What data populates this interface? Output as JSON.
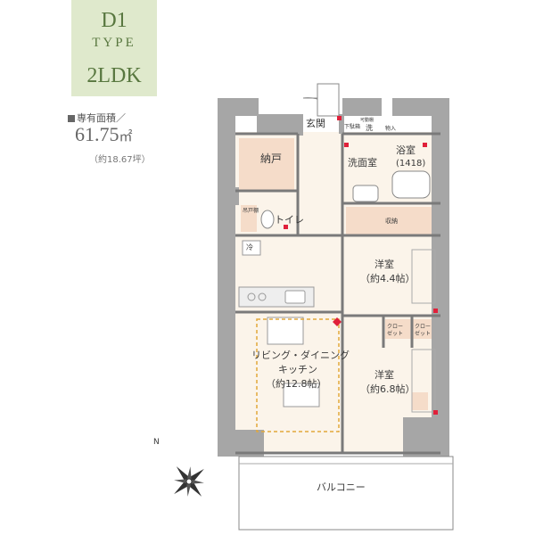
{
  "type_box": {
    "code": "D1",
    "type_word": "TYPE",
    "layout": "2LDK"
  },
  "area": {
    "label": "専有面積／",
    "value": "61.75",
    "unit": "㎡",
    "tsubo": "（約18.67坪）"
  },
  "rooms": {
    "genkan": "玄関",
    "nando": "納戸",
    "toilet": "トイレ",
    "senmenshitsu": "洗面室",
    "yokushitsu": "浴室",
    "bath_size": "(1418)",
    "shuno": "収納",
    "rei": "冷",
    "hallway_storage": "吊戸棚",
    "shoe_box": "下駄箱",
    "washer": "洗",
    "washer_pan": "可動棚",
    "linen": "物入",
    "yoshitsu1_name": "洋室",
    "yoshitsu1_size": "（約4.4帖）",
    "yoshitsu2_name": "洋室",
    "yoshitsu2_size": "（約6.8帖）",
    "closet1": "クロー",
    "closet1b": "ゼット",
    "closet2": "クロー",
    "closet2b": "ゼット",
    "ldk_line1": "リビング・ダイニング",
    "ldk_line2": "キッチン",
    "ldk_line3": "（約12.8帖）",
    "balcony": "バルコニー"
  },
  "compass": {
    "north": "N"
  },
  "colors": {
    "type_bg": "#dfe9cc",
    "type_text": "#58773f",
    "wall": "#a6a6a6",
    "floor": "#fbf4ea",
    "storage": "#f5dcc9",
    "dashed": "#e2a83b",
    "outlet": "#e0203a"
  }
}
